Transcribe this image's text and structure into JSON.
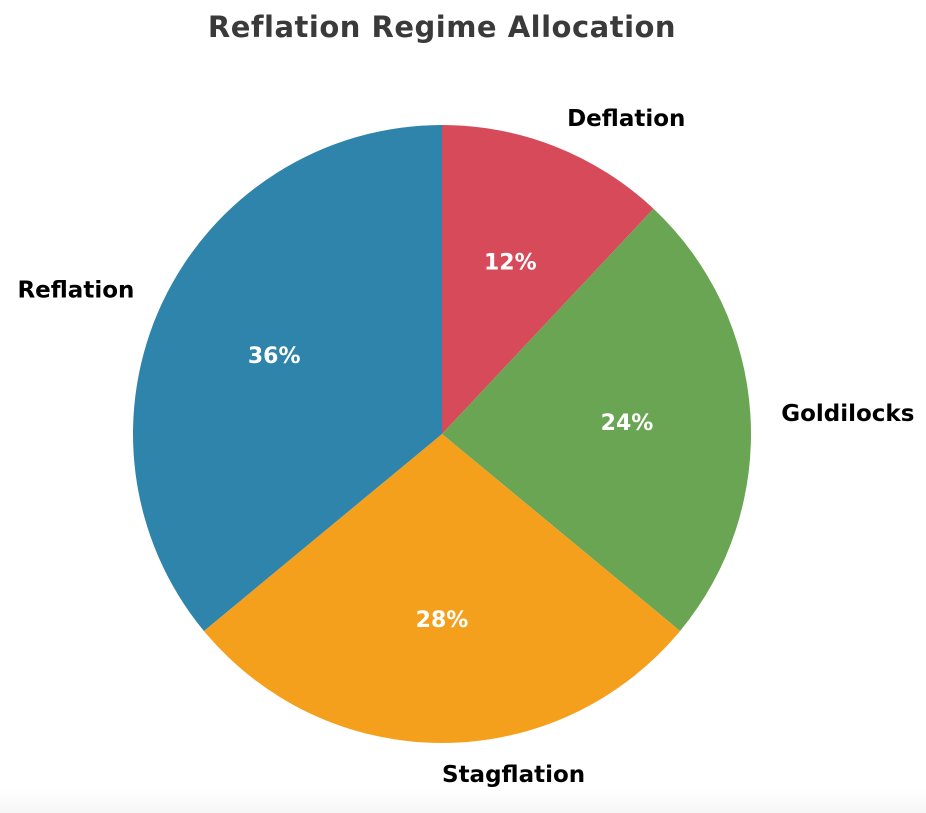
{
  "chart_data": {
    "type": "pie",
    "title": "Reflation Regime Allocation",
    "title_color": "#3a3a3a",
    "labels": [
      "Deflation",
      "Goldilocks",
      "Stagflation",
      "Reflation"
    ],
    "values": [
      12,
      24,
      28,
      36
    ],
    "pct_labels": [
      "12%",
      "24%",
      "28%",
      "36%"
    ],
    "colors": [
      "#d64a5a",
      "#69a552",
      "#f5a01d",
      "#2e84ab"
    ],
    "slice_label_color": "#000000",
    "pct_label_color": "#ffffff",
    "start_angle": "top",
    "direction": "clockwise",
    "legend": "none",
    "background": "#ffffff"
  }
}
